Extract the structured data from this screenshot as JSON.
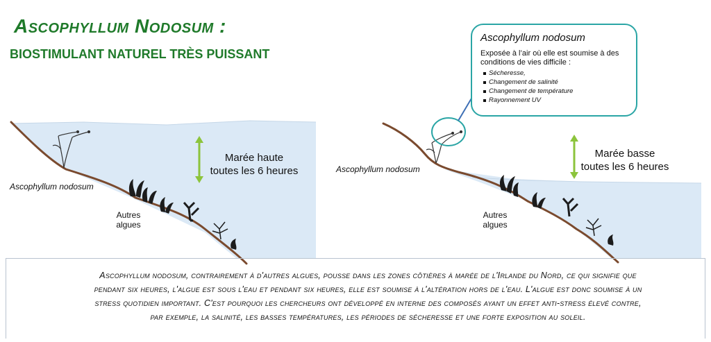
{
  "title_line1": "Ascophyllum Nodosum :",
  "title_line2": "BIOSTIMULANT NATUREL TRÈS PUISSANT",
  "left_panel": {
    "tide_line1": "Marée haute",
    "tide_line2": "toutes les 6 heures",
    "species_label": "Ascophyllum nodosum",
    "other_algae_line1": "Autres",
    "other_algae_line2": "algues"
  },
  "right_panel": {
    "tide_line1": "Marée basse",
    "tide_line2": "toutes les 6 heures",
    "species_label": "Ascophyllum nodosum",
    "other_algae_line1": "Autres",
    "other_algae_line2": "algues"
  },
  "callout": {
    "title": "Ascophyllum nodosum",
    "intro": "Exposée à l’air où elle est soumise à des conditions de vies difficile :",
    "items": [
      "Sécheresse,",
      "Changement de salinité",
      "Changement de température",
      "Rayonnement UV"
    ]
  },
  "description": "Ascophyllum nodosum, contrairement à d'autres algues, pousse dans les zones côtières à marée de l'Irlande du Nord, ce qui signifie que pendant six heures, l'algue est sous l'eau et pendant six heures, elle est soumise à l'altération hors de l'eau. L'algue est donc soumise à un stress quotidien important. C'est pourquoi les chercheurs ont développé en interne des composés ayant un effet anti-stress élevé contre, par exemple, la salinité, les basses températures, les périodes de sécheresse et une forte exposition au soleil.",
  "colors": {
    "title_green": "#1f7a2a",
    "water": "#dbe9f6",
    "seabed": "#7a4a2e",
    "arrow_green": "#8cc43c",
    "callout_border": "#2aa5a5",
    "algae": "#1c1c1c"
  }
}
